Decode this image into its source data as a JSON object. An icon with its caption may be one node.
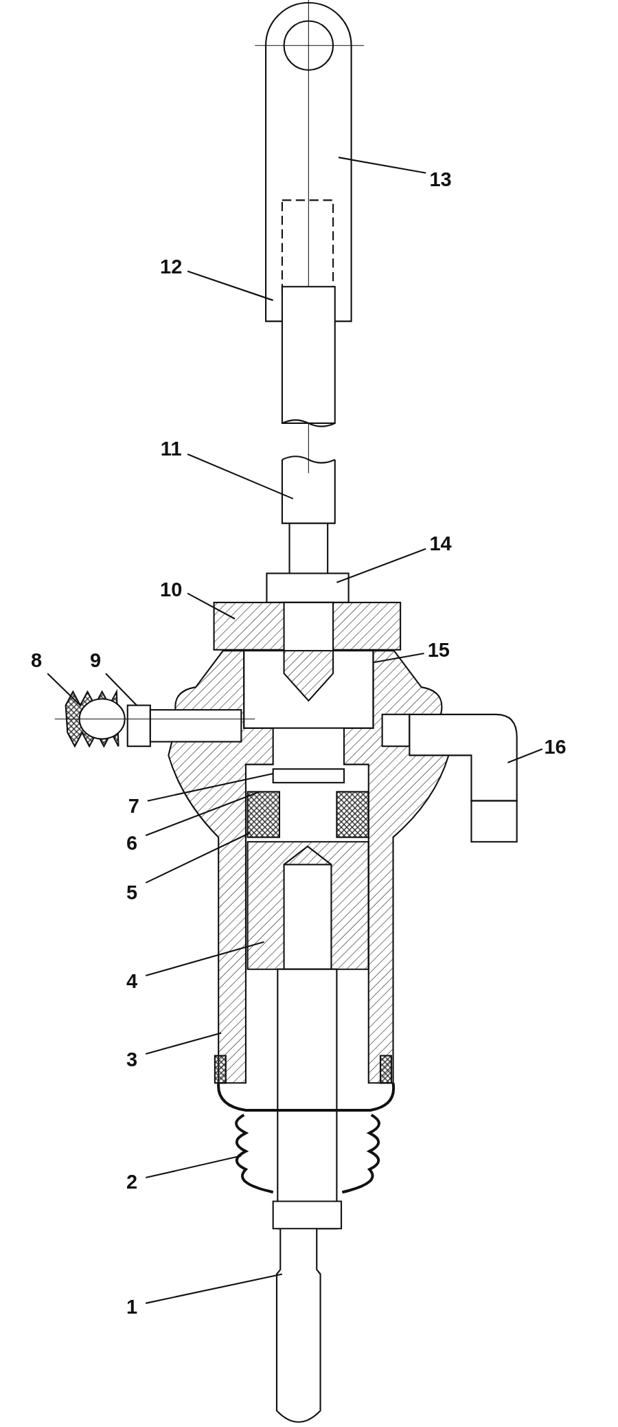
{
  "diagram": {
    "nodes": [
      {
        "text": [
          "13"
        ]
      },
      {
        "text": [
          "12"
        ]
      },
      {
        "text": [
          "11"
        ]
      },
      {
        "text": [
          "14"
        ]
      },
      {
        "text": [
          "10"
        ]
      },
      {
        "text": [
          "15"
        ]
      },
      {
        "text": [
          "8"
        ]
      },
      {
        "text": [
          "9"
        ]
      },
      {
        "text": [
          "16"
        ]
      },
      {
        "text": [
          "7"
        ]
      },
      {
        "text": [
          "6"
        ]
      },
      {
        "text": [
          "5"
        ]
      },
      {
        "text": [
          "4"
        ]
      },
      {
        "text": [
          "3"
        ]
      },
      {
        "text": [
          "2"
        ]
      },
      {
        "text": [
          "1"
        ]
      }
    ],
    "edges": [
      {
        "from": 0,
        "to": null,
        "arrow": "none"
      },
      {
        "from": 1,
        "to": null,
        "arrow": "none"
      },
      {
        "from": 2,
        "to": null,
        "arrow": "none"
      },
      {
        "from": 3,
        "to": null,
        "arrow": "none"
      },
      {
        "from": 4,
        "to": null,
        "arrow": "none"
      },
      {
        "from": 5,
        "to": null,
        "arrow": "none"
      },
      {
        "from": 6,
        "to": null,
        "arrow": "none"
      },
      {
        "from": 7,
        "to": null,
        "arrow": "none"
      },
      {
        "from": 8,
        "to": null,
        "arrow": "none"
      },
      {
        "from": 9,
        "to": null,
        "arrow": "none"
      },
      {
        "from": 10,
        "to": null,
        "arrow": "none"
      },
      {
        "from": 11,
        "to": null,
        "arrow": "none"
      },
      {
        "from": 12,
        "to": null,
        "arrow": "none"
      },
      {
        "from": 13,
        "to": null,
        "arrow": "none"
      },
      {
        "from": 14,
        "to": null,
        "arrow": "none"
      },
      {
        "from": 15,
        "to": null,
        "arrow": "none"
      }
    ]
  }
}
